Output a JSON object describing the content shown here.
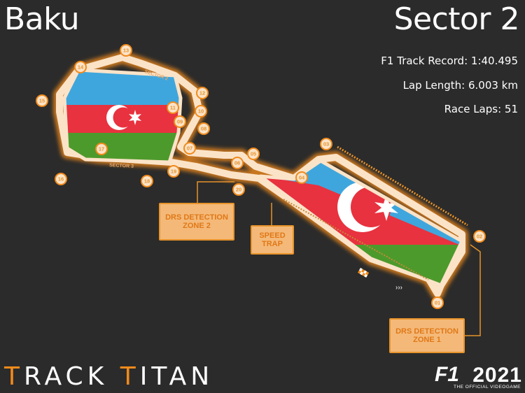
{
  "header": {
    "circuit_name": "Baku",
    "sector": "Sector 2"
  },
  "stats": {
    "track_record": "F1 Track Record: 1:40.495",
    "lap_length": "Lap Length: 6.003 km",
    "race_laps": "Race Laps: 51"
  },
  "turns": [
    "01",
    "02",
    "03",
    "04",
    "05",
    "06",
    "07",
    "08",
    "09",
    "10",
    "11",
    "12",
    "13",
    "14",
    "15",
    "16",
    "17",
    "18",
    "19",
    "20"
  ],
  "sector_labels": {
    "sector2": "SECTOR 2",
    "sector3": "SECTOR 3"
  },
  "zones": {
    "drs_zone_2": "DRS DETECTION ZONE 2",
    "speed_trap": "SPEED TRAP",
    "drs_zone_1": "DRS DETECTION ZONE 1"
  },
  "branding": {
    "track_titan_first": "T",
    "track_titan_mid": "RACK ",
    "track_titan_t2": "T",
    "track_titan_end": "ITAN",
    "f1_logo": "F1",
    "year": "2021",
    "tagline": "THE OFFICIAL VIDEOGAME"
  },
  "colors": {
    "background": "#2b2b2b",
    "accent_orange": "#f08a1c",
    "track_fill": "#fbe3c8",
    "flag_blue": "#3fa6dd",
    "flag_red": "#e8323f",
    "flag_green": "#4d9a2c"
  }
}
